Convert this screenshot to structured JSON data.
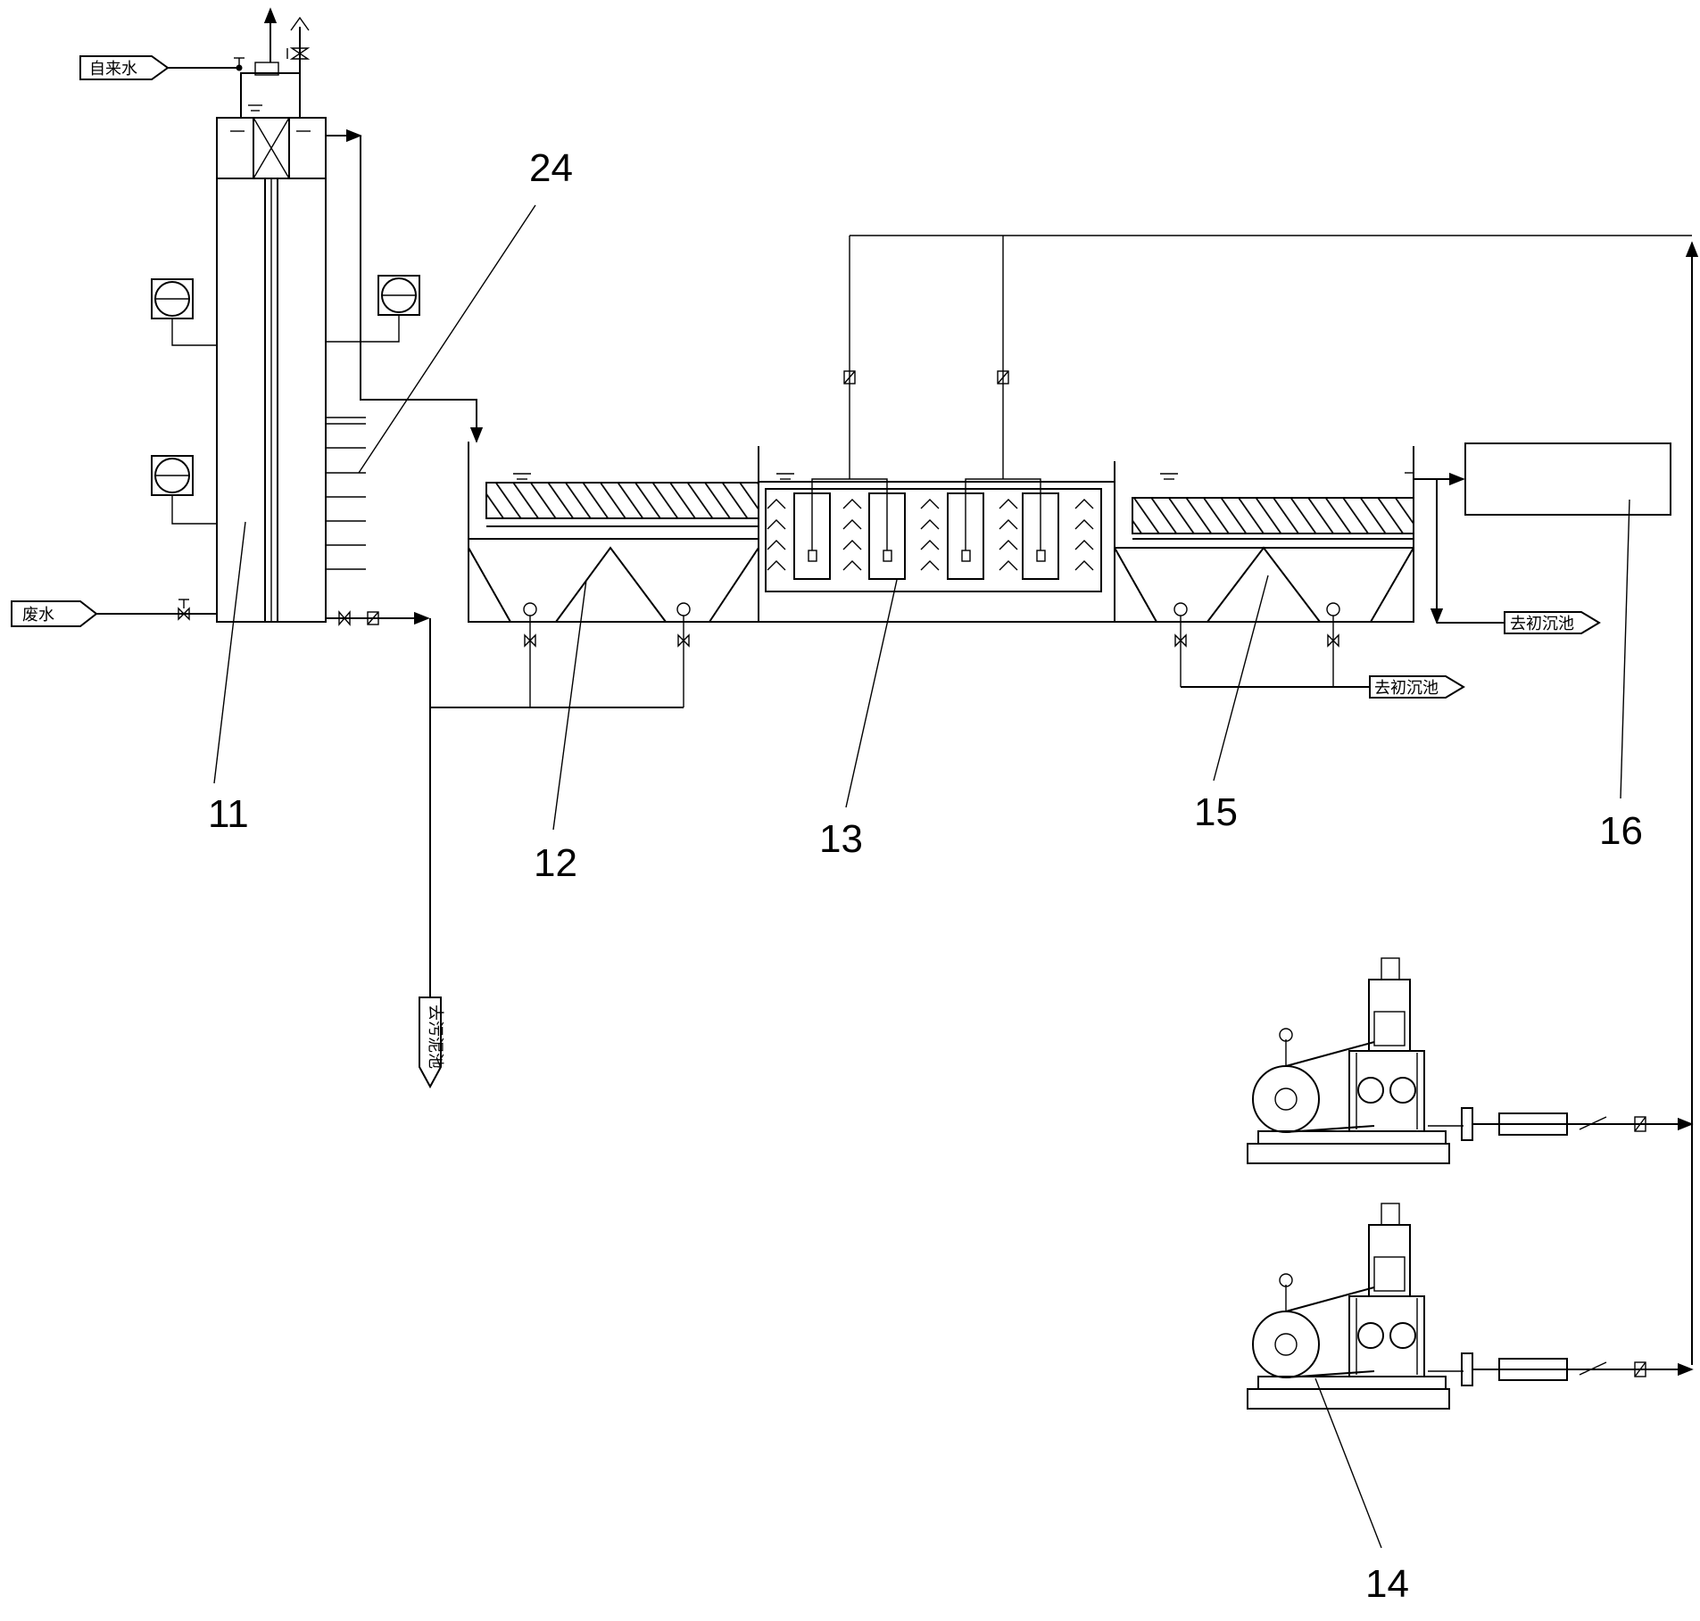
{
  "reference_numbers": [
    "11",
    "12",
    "13",
    "14",
    "15",
    "16",
    "24"
  ],
  "flow_tags": {
    "tap_water": "自来水",
    "waste_water": "废水",
    "to_primary_a": "去初沉池",
    "to_primary_b": "去初沉池",
    "to_sludge": "去污泥池"
  },
  "colors": {
    "line": "#000000",
    "background": "#ffffff"
  }
}
